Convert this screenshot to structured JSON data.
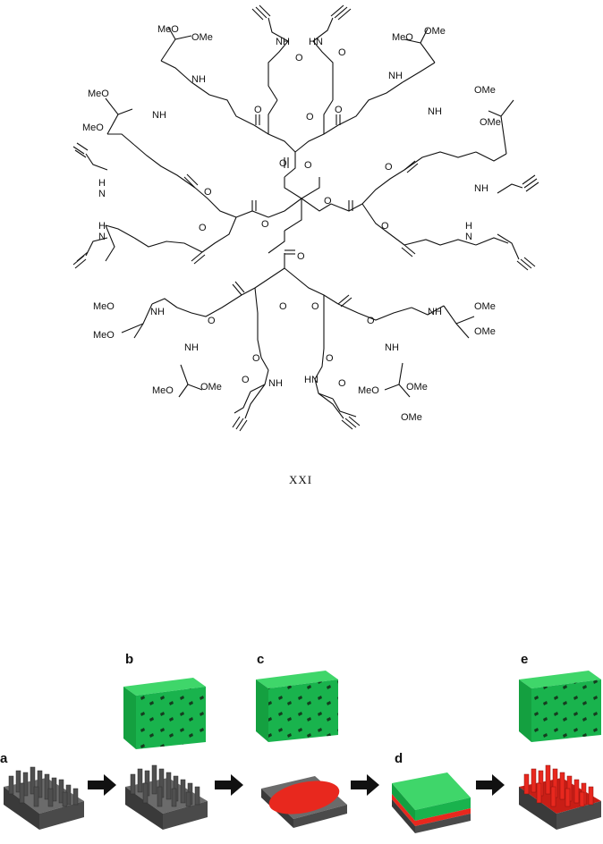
{
  "compound_label": "XXI",
  "labels": {
    "ome": "OMe",
    "meo": "MeO",
    "nh": "NH",
    "hn": "HN",
    "h": "H",
    "n": "N",
    "o": "O"
  },
  "panels": {
    "a": "a",
    "b": "b",
    "c": "c",
    "d": "d",
    "e": "e"
  },
  "colors": {
    "green_block": "#19b34d",
    "red": "#e8281e",
    "gray_pillars": "#555555",
    "arrow": "#111111"
  }
}
